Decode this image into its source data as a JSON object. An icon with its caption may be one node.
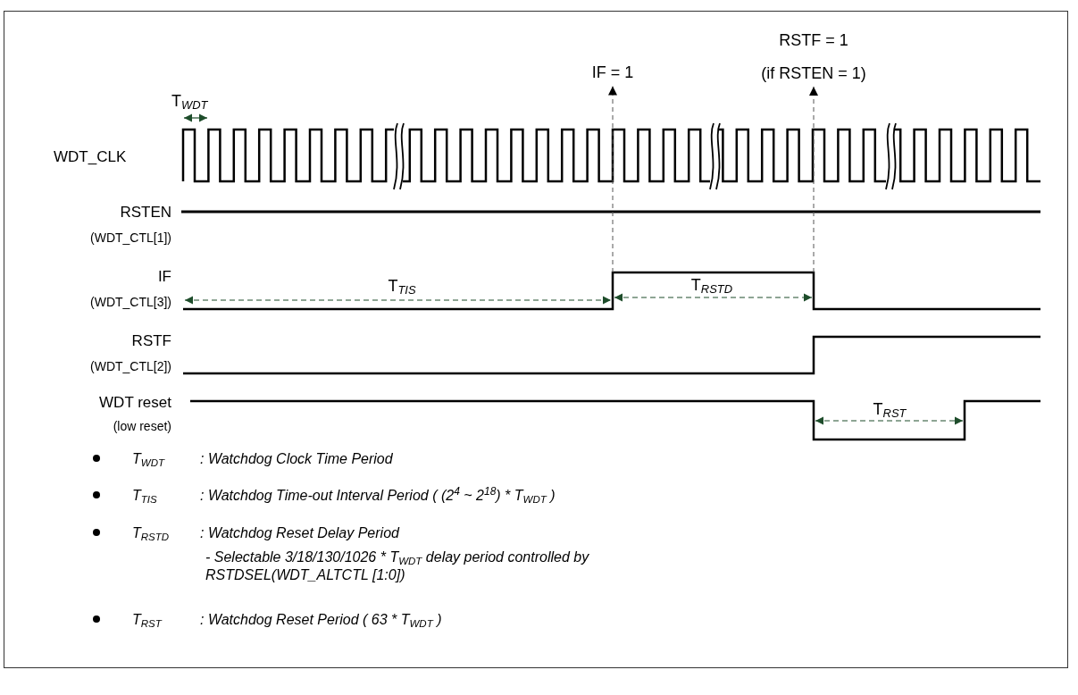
{
  "diagram": {
    "nodes": [
      {
        "text": [
          "IF = 1"
        ]
      },
      {
        "text": [
          "RSTF = 1",
          "(if RSTEN = 1)"
        ]
      }
    ],
    "edges": [
      {
        "from": null,
        "to": 0,
        "arrow": "to",
        "style": "dashed"
      },
      {
        "from": null,
        "to": 1,
        "arrow": "to",
        "style": "dashed"
      }
    ],
    "labels": [
      "T$_{WDT}$",
      "WDT_CLK",
      "RSTEN",
      "(WDT_CTL[1])",
      "IF",
      "(WDT_CTL[3])",
      "T$_{TIS}$",
      "T$_{RSTD}$",
      "RSTF",
      "(WDT_CTL[2])",
      "WDT reset",
      "(low reset)",
      "T$_{RST}$",
      "T$_{WDT}$",
      ": Watchdog Clock Time Period",
      "T$_{TIS}$",
      ": Watchdog Time-out Interval Period ( (2$^{4}$ ~ 2$^{18}$) * T$_{WDT}$ )",
      "T$_{RSTD}$",
      ": Watchdog Reset Delay Period",
      "- Selectable 3/18/130/1026 * T$_{WDT}$ delay period controlled by RSTDSEL(WDT_ALTCTL [1:0])",
      "T$_{RST}$",
      ": Watchdog Reset Period ( 63 * T$_{WDT}$ )"
    ]
  }
}
